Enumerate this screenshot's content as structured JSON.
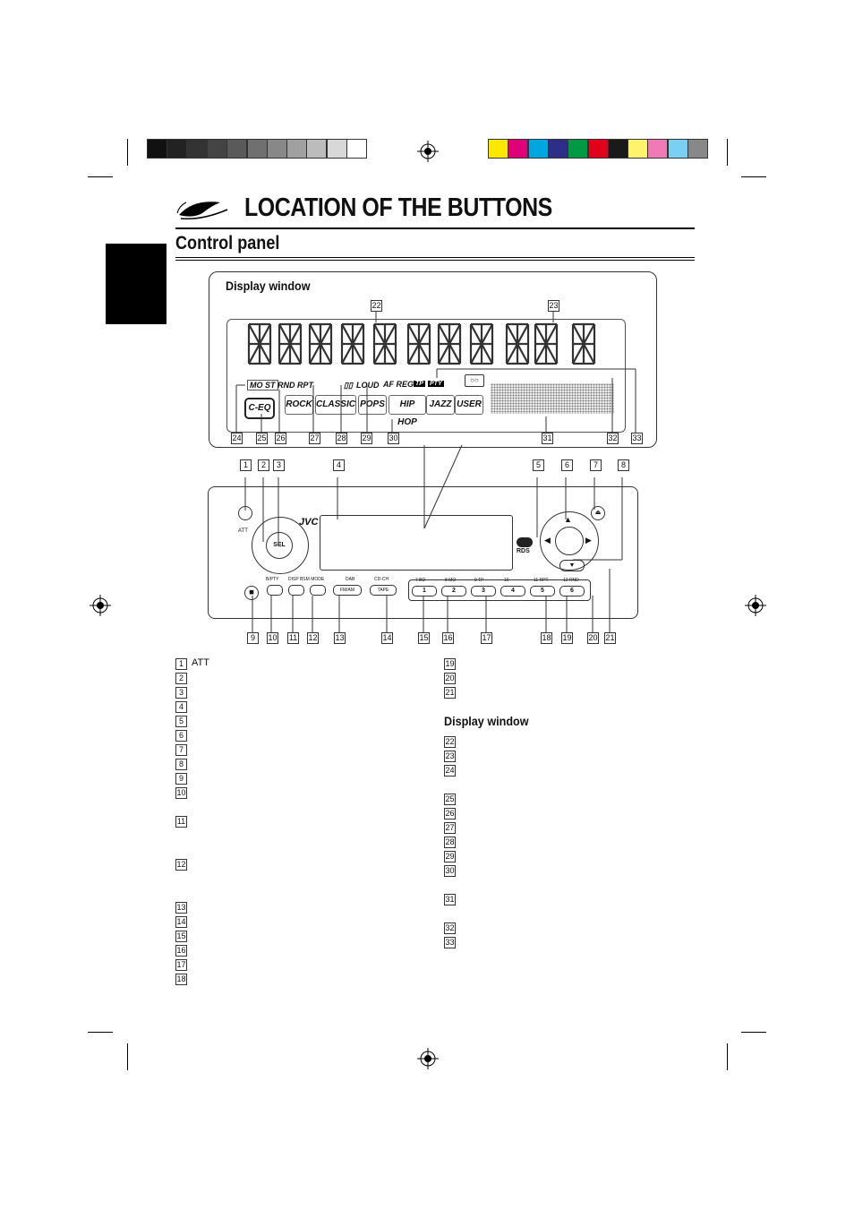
{
  "page": {
    "title": "LOCATION OF THE BUTTONS",
    "section": "Control panel",
    "display_window_title": "Display window",
    "display_window_list_title": "Display window"
  },
  "color_bar_left": [
    "#111111",
    "#222222",
    "#333333",
    "#444444",
    "#5a5a5a",
    "#707070",
    "#888888",
    "#a0a0a0",
    "#bcbcbc",
    "#d8d8d8",
    "#ffffff"
  ],
  "color_bar_right": [
    "#ffe800",
    "#e0007a",
    "#00a6e0",
    "#2b2f8a",
    "#009a44",
    "#e2001a",
    "#1a1a1a",
    "#fff36b",
    "#f07ab8",
    "#7ad0f0",
    "#888888"
  ],
  "display": {
    "indicators": {
      "mo_st": "MO ST",
      "rnd_rpt": "RND RPT",
      "loud": "LOUD",
      "af_reg": "AF REG",
      "tp": "TP",
      "pty": "PTY",
      "ceq": "C-EQ"
    },
    "eq_modes": [
      "ROCK",
      "CLASSIC",
      "POPS",
      "HIP HOP",
      "JAZZ",
      "USER"
    ],
    "callouts_top": [
      "22",
      "23"
    ],
    "callouts_bottom": [
      "24",
      "25",
      "26",
      "27",
      "28",
      "29",
      "30",
      "31",
      "32",
      "33"
    ]
  },
  "panel": {
    "brand": "JVC",
    "rds": "RDS",
    "callouts_top": [
      "1",
      "2",
      "3",
      "4",
      "5",
      "6",
      "7",
      "8"
    ],
    "callouts_bottom": [
      "9",
      "10",
      "11",
      "12",
      "13",
      "14",
      "15",
      "16",
      "17",
      "18",
      "19",
      "20",
      "21"
    ],
    "labels": {
      "att": "ATT",
      "sel": "SEL",
      "dab": "DAB",
      "cd_ch": "CD-CH",
      "tape": "TAPE",
      "fm_am": "FM/AM",
      "b_pty": "B/PTY",
      "disp_bsm_mode": "DISP BSM MODE",
      "presets": [
        "1",
        "2",
        "3",
        "4",
        "5",
        "6"
      ],
      "preset_tops": [
        "7 BD",
        "8 MO",
        "9 TP",
        "10",
        "11 RPT",
        "12 RND"
      ]
    }
  },
  "left_list": [
    {
      "n": "1",
      "label": "ATT"
    },
    {
      "n": "2",
      "label": ""
    },
    {
      "n": "3",
      "label": ""
    },
    {
      "n": "4",
      "label": ""
    },
    {
      "n": "5",
      "label": ""
    },
    {
      "n": "6",
      "label": ""
    },
    {
      "n": "7",
      "label": ""
    },
    {
      "n": "8",
      "label": ""
    },
    {
      "n": "9",
      "label": ""
    },
    {
      "n": "10",
      "label": ""
    },
    {
      "n": "11",
      "label": ""
    },
    {
      "n": "12",
      "label": ""
    },
    {
      "n": "13",
      "label": ""
    },
    {
      "n": "14",
      "label": ""
    },
    {
      "n": "15",
      "label": ""
    },
    {
      "n": "16",
      "label": ""
    },
    {
      "n": "17",
      "label": ""
    },
    {
      "n": "18",
      "label": ""
    }
  ],
  "right_list_top": [
    {
      "n": "19",
      "label": ""
    },
    {
      "n": "20",
      "label": ""
    },
    {
      "n": "21",
      "label": ""
    }
  ],
  "right_list_dw": [
    {
      "n": "22",
      "label": ""
    },
    {
      "n": "23",
      "label": ""
    },
    {
      "n": "24",
      "label": ""
    },
    {
      "n": "25",
      "label": ""
    },
    {
      "n": "26",
      "label": ""
    },
    {
      "n": "27",
      "label": ""
    },
    {
      "n": "28",
      "label": ""
    },
    {
      "n": "29",
      "label": ""
    },
    {
      "n": "30",
      "label": ""
    },
    {
      "n": "31",
      "label": ""
    },
    {
      "n": "32",
      "label": ""
    },
    {
      "n": "33",
      "label": ""
    }
  ]
}
